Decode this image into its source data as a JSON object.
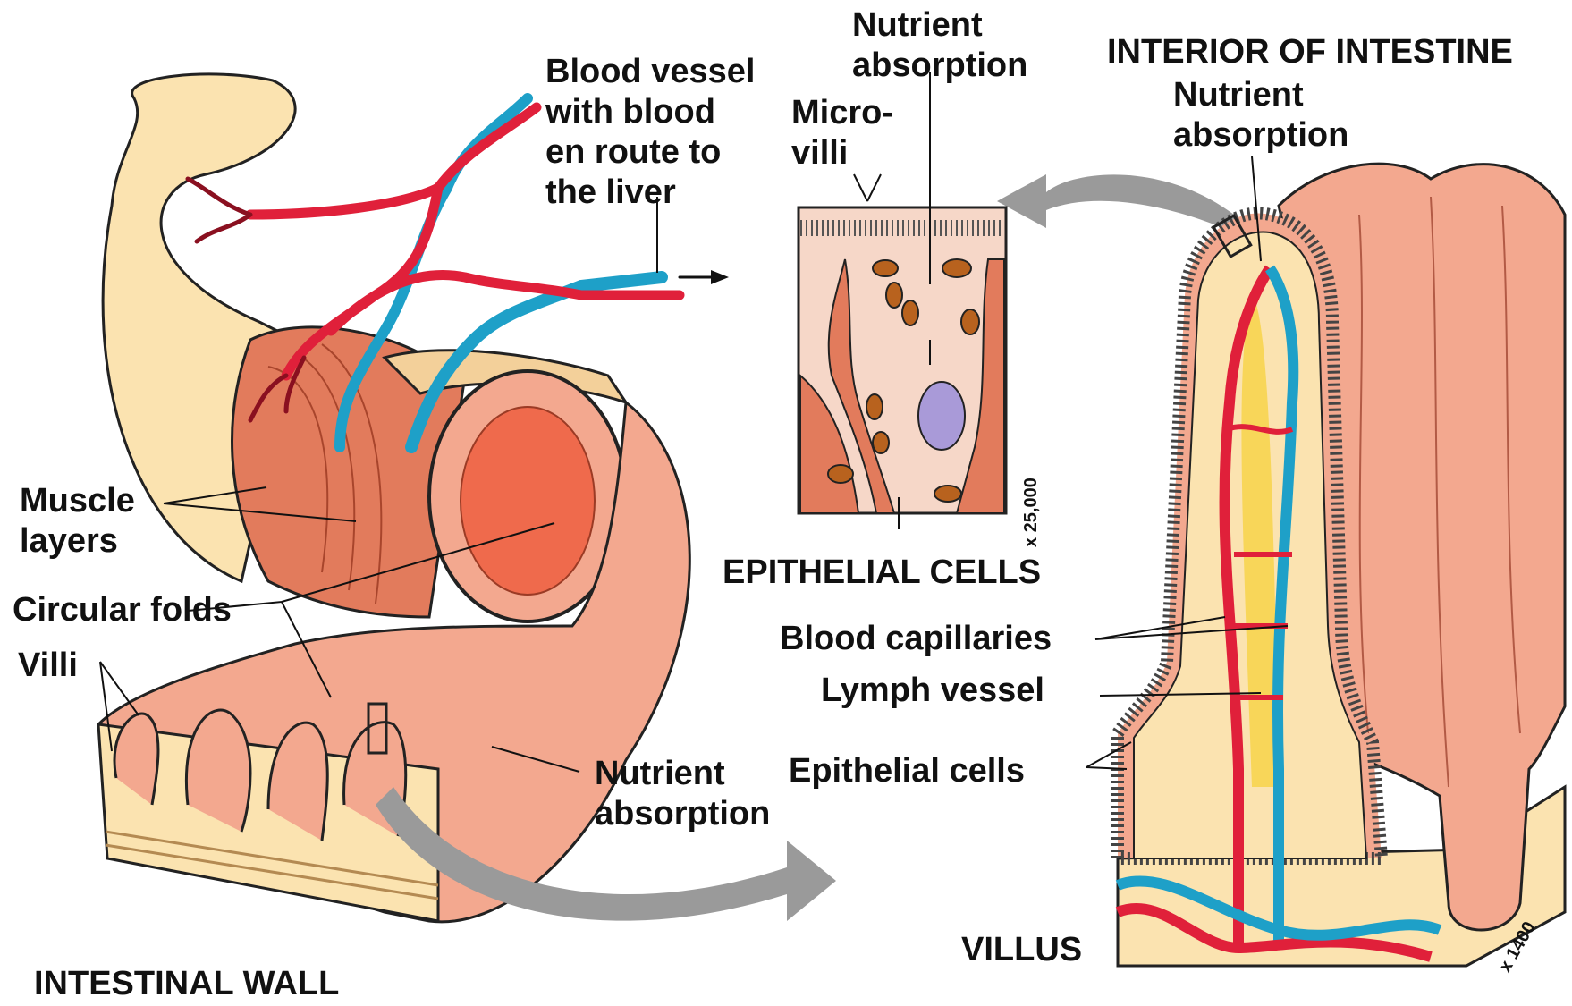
{
  "labels": {
    "blood_vessel": [
      "Blood vessel",
      "with blood",
      "en route to",
      "the liver"
    ],
    "nutrient_absorption_top": [
      "Nutrient",
      "absorption"
    ],
    "microvilli": [
      "Micro-",
      "villi"
    ],
    "interior_of_intestine": "INTERIOR OF INTESTINE",
    "nutrient_absorption_villus": [
      "Nutrient",
      "absorption"
    ],
    "muscle_layers": [
      "Muscle",
      "layers"
    ],
    "circular_folds": "Circular folds",
    "villi": "Villi",
    "nutrient_absorption_wall": [
      "Nutrient",
      "absorption"
    ],
    "epithelial_cells_title": "EPITHELIAL CELLS",
    "magnification_cells": "x 25,000",
    "blood_capillaries": "Blood capillaries",
    "lymph_vessel": "Lymph vessel",
    "epithelial_cells": "Epithelial cells",
    "villus_title": "VILLUS",
    "magnification_villus": "x 1400",
    "intestinal_wall_title": "INTESTINAL WALL"
  },
  "colors": {
    "blood_red": "#e0203a",
    "lymph_blue": "#1ea0c8",
    "tissue_pink": "#f3a88f",
    "cream": "#fbe3b0",
    "muscle": "#e27b5c",
    "nucleus": "#a99ad8",
    "mitochondria": "#b8621e",
    "arrow_gray": "#9a9a9a"
  }
}
